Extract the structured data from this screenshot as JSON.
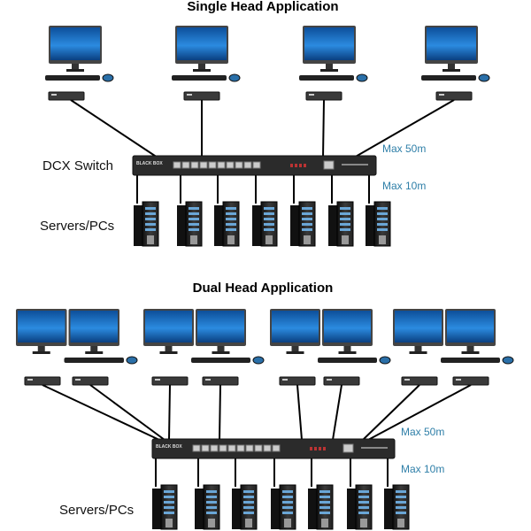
{
  "single": {
    "title": "Single Head Application",
    "switch_label": "DCX Switch",
    "servers_label": "Servers/PCs",
    "max_50": "Max 50m",
    "max_10": "Max 10m"
  },
  "dual": {
    "title": "Dual Head Application",
    "servers_label": "Servers/PCs",
    "max_50": "Max 50m",
    "max_10": "Max 10m"
  },
  "switch_brand": "BLACK BOX",
  "colors": {
    "screen": "#1f6fb8",
    "cable": "#000000",
    "label_accent": "#2f7fa8",
    "device": "#2a2a2a"
  }
}
